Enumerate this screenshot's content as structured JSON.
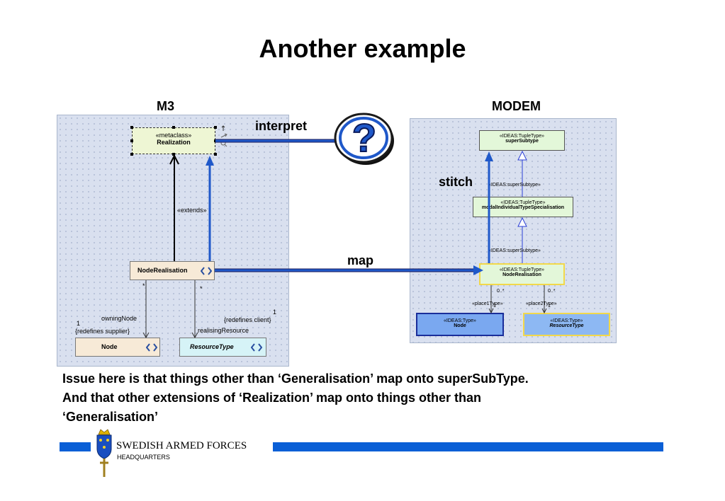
{
  "title": "Another example",
  "left_heading": "M3",
  "right_heading": "MODEM",
  "labels": {
    "interpret": "interpret",
    "stitch": "stitch",
    "map": "map"
  },
  "m3": {
    "realization": {
      "stereotype": "«metaclass»",
      "name": "Realization"
    },
    "extends": "«extends»",
    "node_realisation": {
      "name": "NodeRealisation"
    },
    "mult_star_left": "*",
    "mult_star_right": "*",
    "mult_one_left": "1",
    "mult_one_right": "1",
    "owning_node": "owningNode",
    "redefines_supplier": "{redefines supplier}",
    "redefines_client": "{redefines client}",
    "realising_resource": "realisingResource",
    "node": {
      "name": "Node"
    },
    "resource_type": {
      "name": "ResourceType"
    }
  },
  "question_mark": "?",
  "modem": {
    "super_subtype": {
      "stereotype": "«IDEAS:TupleType»",
      "name": "superSubtype"
    },
    "modal": {
      "stereotype": "«IDEAS:TupleType»",
      "name": "modalIndividualTypeSpecialisation"
    },
    "node_realisation": {
      "stereotype": "«IDEAS:TupleType»",
      "name": "NodeRealisation"
    },
    "rel1": "«IDEAS:superSubtype»",
    "rel2": "«IDEAS:superSubtype»",
    "mult_left": "0..*",
    "mult_right": "0..*",
    "place1": "«place1Type»",
    "place2": "«place2Type»",
    "one_left": "1",
    "one_right": "1",
    "node": {
      "stereotype": "«IDEAS:Type»",
      "name": "Node"
    },
    "resource_type": {
      "stereotype": "«IDEAS:Type»",
      "name": "ResourceType"
    }
  },
  "issue_lines": [
    "Issue here is that things other than ‘Generalisation’ map onto superSubType.",
    "And that other extensions of ‘Realization’ map onto things other than",
    "‘Generalisation’"
  ],
  "footer": {
    "org": "SWEDISH ARMED FORCES",
    "sub": "HEADQUARTERS"
  },
  "colors": {
    "footer_bar": "#0a5fd6",
    "arrow_blue": "#1f58c9",
    "realization_fill": "#eef6d4",
    "node_realisation_fill": "#f7ead7",
    "resource_type_fill": "#d6f3f7",
    "modem_green": "#e3f7d9",
    "modem_yellow_border": "#f2d84a",
    "node_blue": "#7aa8f0",
    "resource_blue": "#8db8f3"
  }
}
